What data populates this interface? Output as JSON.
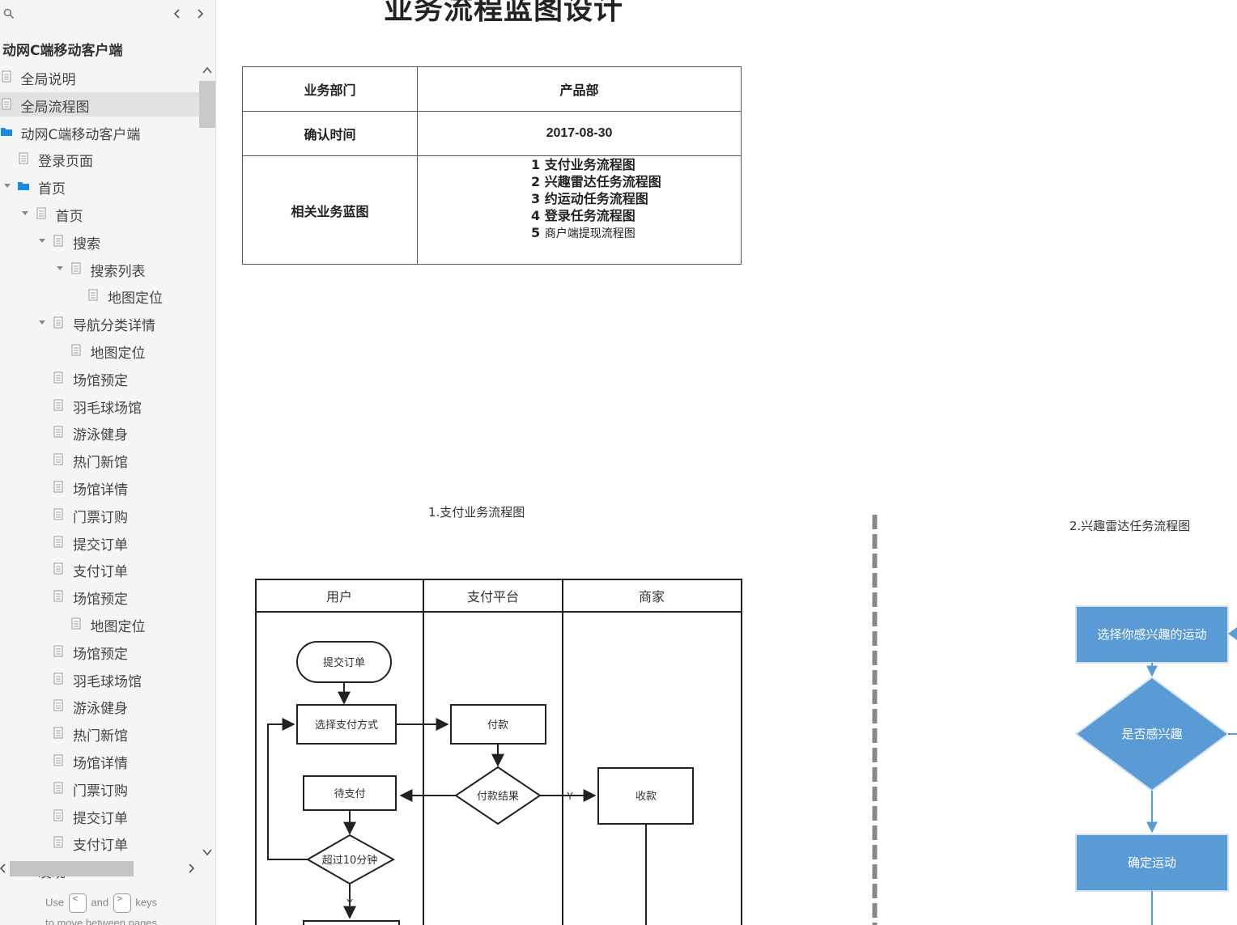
{
  "sidebar": {
    "project_title": "动网C端移动客户端",
    "items": [
      {
        "label": "全局说明",
        "type": "page",
        "toggle": "none",
        "depth": 1,
        "selected": false
      },
      {
        "label": "全局流程图",
        "type": "page",
        "toggle": "none",
        "depth": 1,
        "selected": true
      },
      {
        "label": "动网C端移动客户端",
        "type": "folder",
        "toggle": "expanded",
        "depth": 1,
        "selected": false
      },
      {
        "label": "登录页面",
        "type": "page",
        "toggle": "none",
        "depth": 2,
        "selected": false
      },
      {
        "label": "首页",
        "type": "folder",
        "toggle": "expanded",
        "depth": 2,
        "selected": false
      },
      {
        "label": "首页",
        "type": "page",
        "toggle": "expanded",
        "depth": 3,
        "selected": false
      },
      {
        "label": "搜索",
        "type": "page",
        "toggle": "expanded",
        "depth": 4,
        "selected": false
      },
      {
        "label": "搜索列表",
        "type": "page",
        "toggle": "expanded",
        "depth": 5,
        "selected": false
      },
      {
        "label": "地图定位",
        "type": "page",
        "toggle": "none",
        "depth": 6,
        "selected": false
      },
      {
        "label": "导航分类详情",
        "type": "page",
        "toggle": "expanded",
        "depth": 4,
        "selected": false
      },
      {
        "label": "地图定位",
        "type": "page",
        "toggle": "none",
        "depth": 5,
        "selected": false
      },
      {
        "label": "场馆预定",
        "type": "page",
        "toggle": "none",
        "depth": 4,
        "selected": false
      },
      {
        "label": "羽毛球场馆",
        "type": "page",
        "toggle": "none",
        "depth": 4,
        "selected": false
      },
      {
        "label": "游泳健身",
        "type": "page",
        "toggle": "none",
        "depth": 4,
        "selected": false
      },
      {
        "label": "热门新馆",
        "type": "page",
        "toggle": "none",
        "depth": 4,
        "selected": false
      },
      {
        "label": "场馆详情",
        "type": "page",
        "toggle": "none",
        "depth": 4,
        "selected": false
      },
      {
        "label": "门票订购",
        "type": "page",
        "toggle": "none",
        "depth": 4,
        "selected": false
      },
      {
        "label": "提交订单",
        "type": "page",
        "toggle": "none",
        "depth": 4,
        "selected": false
      },
      {
        "label": "支付订单",
        "type": "page",
        "toggle": "none",
        "depth": 4,
        "selected": false
      },
      {
        "label": "场馆预定",
        "type": "page",
        "toggle": "none",
        "depth": 4,
        "selected": false
      },
      {
        "label": "地图定位",
        "type": "page",
        "toggle": "none",
        "depth": 5,
        "selected": false
      },
      {
        "label": "场馆预定",
        "type": "page",
        "toggle": "none",
        "depth": 4,
        "selected": false
      },
      {
        "label": "羽毛球场馆",
        "type": "page",
        "toggle": "none",
        "depth": 4,
        "selected": false
      },
      {
        "label": "游泳健身",
        "type": "page",
        "toggle": "none",
        "depth": 4,
        "selected": false
      },
      {
        "label": "热门新馆",
        "type": "page",
        "toggle": "none",
        "depth": 4,
        "selected": false
      },
      {
        "label": "场馆详情",
        "type": "page",
        "toggle": "none",
        "depth": 4,
        "selected": false
      },
      {
        "label": "门票订购",
        "type": "page",
        "toggle": "none",
        "depth": 4,
        "selected": false
      },
      {
        "label": "提交订单",
        "type": "page",
        "toggle": "none",
        "depth": 4,
        "selected": false
      },
      {
        "label": "支付订单",
        "type": "page",
        "toggle": "none",
        "depth": 4,
        "selected": false
      },
      {
        "label": "发现",
        "type": "folder",
        "toggle": "none",
        "depth": 2,
        "selected": false
      }
    ],
    "keys_hint": {
      "use": "Use",
      "and": "and",
      "keys": "keys",
      "line2": "to move between pages",
      "prev_key": "<",
      "next_key": ">"
    }
  },
  "main": {
    "title": "业务流程蓝图设计",
    "info_table": {
      "dept_label": "业务部门",
      "dept_value": "产品部",
      "date_label": "确认时间",
      "date_value": "2017-08-30",
      "related_label": "相关业务蓝图",
      "related": [
        {
          "num": "1",
          "text": "支付业务流程图"
        },
        {
          "num": "2",
          "text": "兴趣雷达任务流程图"
        },
        {
          "num": "3",
          "text": "约运动任务流程图"
        },
        {
          "num": "4",
          "text": "登录任务流程图"
        },
        {
          "num": "5",
          "text": "商户端提现流程图"
        }
      ]
    },
    "diagram1": {
      "caption": "1.支付业务流程图",
      "lanes": [
        "用户",
        "支付平台",
        "商家"
      ],
      "nodes": {
        "submit": "提交订单",
        "choose_pay": "选择支付方式",
        "pay": "付款",
        "pending": "待支付",
        "pay_result": "付款结果",
        "receive": "收款",
        "timeout": "超过10分钟"
      },
      "yes_label": "Y"
    },
    "diagram2": {
      "caption": "2.兴趣雷达任务流程图",
      "nodes": {
        "choose_sport": "选择你感兴趣的运动",
        "interested": "是否感兴趣",
        "confirm": "确定运动"
      },
      "color": "#5b9bd5"
    }
  }
}
